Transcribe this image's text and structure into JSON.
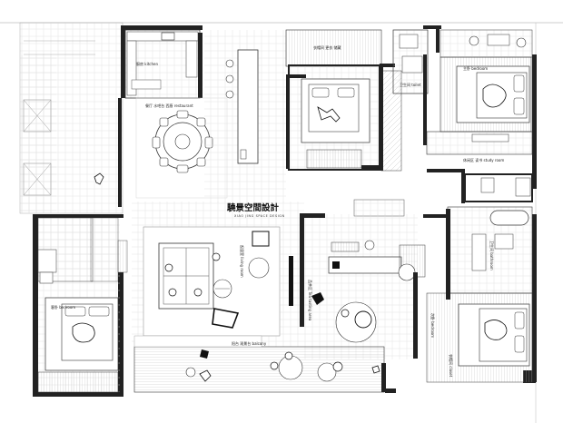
{
  "brand": {
    "name_cn": "驍景空間設計",
    "name_en": "XIAO JING SPACE DESIGN"
  },
  "rooms": {
    "kitchen": "廚房 kitchen",
    "restaurant": "餐厅 水吧台 西廚 restaurant",
    "cloakroom": "衣帽间 更衣 储藏",
    "master_bath": "卫生间 toilet",
    "bedroom_top_right": "主卧 bedroom",
    "study_top_right": "休闲区 读书 study room",
    "living_room": "起居室 living room",
    "tea_area": "品茶区 Tea tasting area",
    "balcony": "阳台 观景台 balcony",
    "bedroom_left": "客卧 bedroom",
    "bathroom_right": "卫生间 bathroom",
    "bedroom_bottom_right": "次卧 bedroom",
    "closet_right": "衣帽间 closet"
  }
}
